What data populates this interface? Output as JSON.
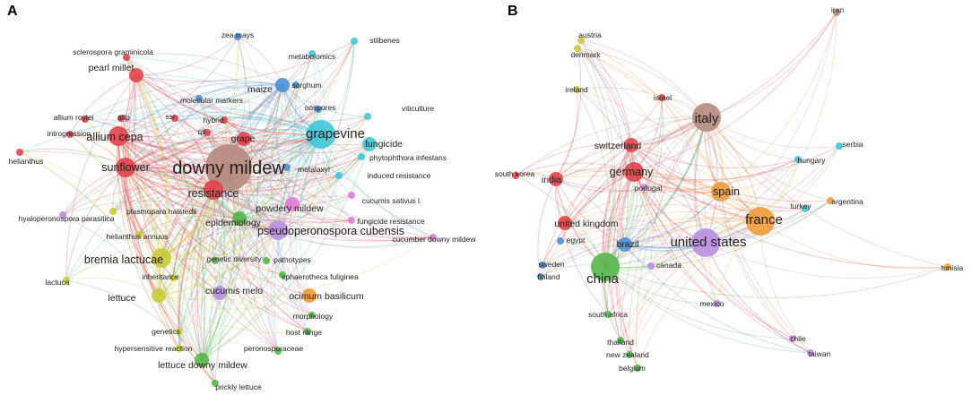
{
  "panel_a": {
    "letter": "A",
    "colors": {
      "red": "#e0444a",
      "brown": "#b58a7e",
      "cyan": "#3ec8d8",
      "blue": "#4a8fd6",
      "green": "#55b84a",
      "yellow": "#c8cc3a",
      "purple": "#b98ee0",
      "pink": "#e37ad6",
      "orange": "#f29b3a"
    },
    "nodes": [
      {
        "label": "downy mildew",
        "color": "#b58a7e",
        "size": 5
      },
      {
        "label": "grapevine",
        "color": "#3ec8d8",
        "size": 4
      },
      {
        "label": "sunflower",
        "color": "#e0444a",
        "size": 3
      },
      {
        "label": "allium cepa",
        "color": "#e0444a",
        "size": 3
      },
      {
        "label": "resistance",
        "color": "#e0444a",
        "size": 3
      },
      {
        "label": "pseudoperonospora cubensis",
        "color": "#b98ee0",
        "size": 3
      },
      {
        "label": "bremia lactucae",
        "color": "#c8cc3a",
        "size": 3
      },
      {
        "label": "lettuce",
        "color": "#c8cc3a",
        "size": 2
      },
      {
        "label": "pearl millet",
        "color": "#e0444a",
        "size": 2
      },
      {
        "label": "sclerospora graminicola",
        "color": "#e0444a",
        "size": 1
      },
      {
        "label": "zea mays",
        "color": "#4a8fd6",
        "size": 1
      },
      {
        "label": "stilbenes",
        "color": "#3ec8d8",
        "size": 1
      },
      {
        "label": "metabolomics",
        "color": "#3ec8d8",
        "size": 1
      },
      {
        "label": "sorghum",
        "color": "#4a8fd6",
        "size": 1
      },
      {
        "label": "maize",
        "color": "#4a8fd6",
        "size": 2
      },
      {
        "label": "molecular markers",
        "color": "#4a8fd6",
        "size": 1
      },
      {
        "label": "oospores",
        "color": "#4a8fd6",
        "size": 1
      },
      {
        "label": "viticulture",
        "color": "#3ec8d8",
        "size": 1
      },
      {
        "label": "allium roylei",
        "color": "#e0444a",
        "size": 1
      },
      {
        "label": "aflp",
        "color": "#e0444a",
        "size": 1
      },
      {
        "label": "ssr",
        "color": "#e0444a",
        "size": 1
      },
      {
        "label": "hybrid",
        "color": "#e0444a",
        "size": 1
      },
      {
        "label": "qtl",
        "color": "#e0444a",
        "size": 1
      },
      {
        "label": "introgression",
        "color": "#e0444a",
        "size": 1
      },
      {
        "label": "grape",
        "color": "#e0444a",
        "size": 2
      },
      {
        "label": "fungicide",
        "color": "#3ec8d8",
        "size": 2
      },
      {
        "label": "phytophthora infestans",
        "color": "#3ec8d8",
        "size": 1
      },
      {
        "label": "helianthus",
        "color": "#e0444a",
        "size": 1
      },
      {
        "label": "metalaxyl",
        "color": "#4a8fd6",
        "size": 1
      },
      {
        "label": "induced resistance",
        "color": "#3ec8d8",
        "size": 1
      },
      {
        "label": "cucumis sativus l.",
        "color": "#e37ad6",
        "size": 1
      },
      {
        "label": "powdery mildew",
        "color": "#e37ad6",
        "size": 2
      },
      {
        "label": "plasmopara halstedii",
        "color": "#c8cc3a",
        "size": 1
      },
      {
        "label": "fungicide resistance",
        "color": "#e37ad6",
        "size": 1
      },
      {
        "label": "hyaloperonospora parasitica",
        "color": "#b98ee0",
        "size": 1
      },
      {
        "label": "epidemiology",
        "color": "#55b84a",
        "size": 2
      },
      {
        "label": "cucumber downy mildew",
        "color": "#e37ad6",
        "size": 1
      },
      {
        "label": "helianthus annuus",
        "color": "#c8cc3a",
        "size": 1
      },
      {
        "label": "genetic diversity",
        "color": "#55b84a",
        "size": 1
      },
      {
        "label": "pathotypes",
        "color": "#55b84a",
        "size": 1
      },
      {
        "label": "sphaerotheca fuliginea",
        "color": "#55b84a",
        "size": 1
      },
      {
        "label": "inheritance",
        "color": "#c8cc3a",
        "size": 1
      },
      {
        "label": "cucumis melo",
        "color": "#b98ee0",
        "size": 2
      },
      {
        "label": "ocimum basilicum",
        "color": "#f29b3a",
        "size": 2
      },
      {
        "label": "lactuca",
        "color": "#c8cc3a",
        "size": 1
      },
      {
        "label": "morphology",
        "color": "#55b84a",
        "size": 1
      },
      {
        "label": "genetics",
        "color": "#c8cc3a",
        "size": 1
      },
      {
        "label": "host range",
        "color": "#55b84a",
        "size": 1
      },
      {
        "label": "hypersensitive reaction",
        "color": "#c8cc3a",
        "size": 1
      },
      {
        "label": "peronosporaceae",
        "color": "#55b84a",
        "size": 1
      },
      {
        "label": "lettuce downy mildew",
        "color": "#55b84a",
        "size": 2
      },
      {
        "label": "prickly lettuce",
        "color": "#55b84a",
        "size": 1
      }
    ]
  },
  "panel_b": {
    "letter": "B",
    "nodes": [
      {
        "label": "iran",
        "color": "#b58a7e",
        "size": 1
      },
      {
        "label": "austria",
        "color": "#c8cc3a",
        "size": 1
      },
      {
        "label": "denmark",
        "color": "#c8cc3a",
        "size": 1
      },
      {
        "label": "ireland",
        "color": "#c8cc3a",
        "size": 1
      },
      {
        "label": "israel",
        "color": "#e0444a",
        "size": 1
      },
      {
        "label": "italy",
        "color": "#b58a7e",
        "size": 4
      },
      {
        "label": "switzerland",
        "color": "#e0444a",
        "size": 2
      },
      {
        "label": "serbia",
        "color": "#3ec8d8",
        "size": 1
      },
      {
        "label": "hungary",
        "color": "#3ec8d8",
        "size": 1
      },
      {
        "label": "germany",
        "color": "#e0444a",
        "size": 3
      },
      {
        "label": "south korea",
        "color": "#e0444a",
        "size": 1
      },
      {
        "label": "india",
        "color": "#e0444a",
        "size": 2
      },
      {
        "label": "portugal",
        "color": "#b98ee0",
        "size": 1
      },
      {
        "label": "spain",
        "color": "#f29b3a",
        "size": 3
      },
      {
        "label": "argentina",
        "color": "#f29b3a",
        "size": 1
      },
      {
        "label": "turkey",
        "color": "#3ec8d8",
        "size": 1
      },
      {
        "label": "france",
        "color": "#f29b3a",
        "size": 4
      },
      {
        "label": "united kingdom",
        "color": "#e0444a",
        "size": 2
      },
      {
        "label": "egypt",
        "color": "#4a8fd6",
        "size": 1
      },
      {
        "label": "brazil",
        "color": "#4a8fd6",
        "size": 2
      },
      {
        "label": "united states",
        "color": "#b98ee0",
        "size": 4
      },
      {
        "label": "sweden",
        "color": "#4a8fd6",
        "size": 1
      },
      {
        "label": "canada",
        "color": "#b98ee0",
        "size": 1
      },
      {
        "label": "finland",
        "color": "#4a8fd6",
        "size": 1
      },
      {
        "label": "china",
        "color": "#55b84a",
        "size": 4
      },
      {
        "label": "tunisia",
        "color": "#f29b3a",
        "size": 1
      },
      {
        "label": "mexico",
        "color": "#b98ee0",
        "size": 1
      },
      {
        "label": "south africa",
        "color": "#55b84a",
        "size": 1
      },
      {
        "label": "thailand",
        "color": "#55b84a",
        "size": 1
      },
      {
        "label": "chile",
        "color": "#b98ee0",
        "size": 1
      },
      {
        "label": "new zealand",
        "color": "#55b84a",
        "size": 1
      },
      {
        "label": "taiwan",
        "color": "#b98ee0",
        "size": 1
      },
      {
        "label": "belgium",
        "color": "#55b84a",
        "size": 1
      }
    ]
  }
}
